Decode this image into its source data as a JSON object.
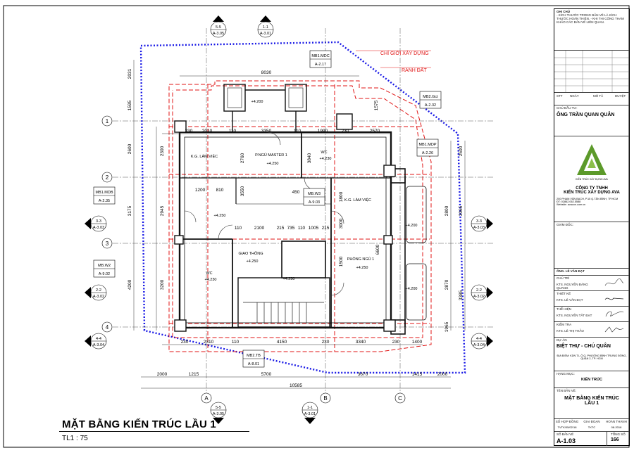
{
  "drawing": {
    "title": "MẶT BẰNG KIẾN TRÚC LẦU 1",
    "scale": "TL1 : 75",
    "axes_numbers": [
      "1",
      "2",
      "3",
      "4"
    ],
    "axes_letters": [
      "A",
      "B",
      "C"
    ],
    "dimensions_top": [
      "8030",
      "230",
      "2010",
      "110",
      "3350",
      "110",
      "1990",
      "230",
      "2570"
    ],
    "dimensions_bottom": [
      "230",
      "2310",
      "110",
      "4150",
      "230",
      "3340",
      "230",
      "1400",
      "2000",
      "1215",
      "5700",
      "3670",
      "1415",
      "2000",
      "10585"
    ],
    "dimensions_left": [
      "2031",
      "1595",
      "2600",
      "3175",
      "4200",
      "2300",
      "2945",
      "3200",
      "1200",
      "810"
    ],
    "dimensions_right": [
      "1575",
      "2500",
      "3065",
      "2800",
      "2870",
      "3385",
      "1965"
    ],
    "dimensions_interior": [
      "110",
      "2100",
      "215",
      "735",
      "110",
      "1005",
      "215",
      "450",
      "2760",
      "3840",
      "1800",
      "6600",
      "1500",
      "3550",
      "3000"
    ],
    "rooms": [
      {
        "name": "P.NGỦ MASTER 1",
        "level": "+4.250"
      },
      {
        "name": "WC",
        "level": "+4.230"
      },
      {
        "name": "K.G. LÀM VIỆC",
        "level": ""
      },
      {
        "name": "K.G. LÀM VIỆC",
        "level": ""
      },
      {
        "name": "PHÒNG NGỦ 1",
        "level": "+4.250"
      },
      {
        "name": "GIAO THÔNG",
        "level": "+4.250"
      },
      {
        "name": "WC",
        "level": "+4.230"
      }
    ],
    "levels": [
      "+4.200",
      "+4.250",
      "+4.200",
      "+4.250",
      "+4.200"
    ],
    "annotations": [
      "CHỈ GIỚI XÂY DỰNG",
      "RANH ĐẤT"
    ],
    "section_marks": [
      {
        "id": "5-5",
        "ref": "A-3.05"
      },
      {
        "id": "1-1",
        "ref": "A-3.01"
      },
      {
        "id": "3-3",
        "ref": "A-3.03"
      },
      {
        "id": "3-3",
        "ref": "A-3.03"
      },
      {
        "id": "2-2",
        "ref": "A-3.02"
      },
      {
        "id": "2-2",
        "ref": "A-3.02"
      },
      {
        "id": "4-4",
        "ref": "A-3.04"
      },
      {
        "id": "4-4",
        "ref": "A-3.04"
      },
      {
        "id": "5-5",
        "ref": "A-3.05"
      },
      {
        "id": "1-1",
        "ref": "A-3.01"
      }
    ],
    "detail_tags": [
      {
        "id": "MB1.MDC",
        "ref": "A-2.17"
      },
      {
        "id": "MB2.Gct",
        "ref": "A-2.32"
      },
      {
        "id": "MB1.MDP",
        "ref": "A-2.26"
      },
      {
        "id": "MB1.MDB",
        "ref": "A-2.35"
      },
      {
        "id": "MB.W3",
        "ref": "A-9.03"
      },
      {
        "id": "MB.W2",
        "ref": "A-9.02"
      },
      {
        "id": "MB2.TB",
        "ref": "A-8.01"
      }
    ]
  },
  "title_block": {
    "notes_title": "GHI CHÚ",
    "notes": "- KÍCH THƯỚC TRONG BẢN VẼ LÀ KÍCH THƯỚC HOÀN THIỆN. - KHI THI CÔNG THAM KHẢO CÁC BẢN VẼ LIÊN QUAN.",
    "revision_headers": [
      "STT",
      "NGÀY",
      "MÔ TẢ",
      "DUYỆT"
    ],
    "investor_label": "CHỦ ĐẦU TƯ:",
    "investor": "ÔNG TRẦN QUAN QUÂN",
    "logo_caption": "KIẾN TRÚC XÂY DỰNG AVA",
    "company_line1": "CÔNG TY TNHH",
    "company_line2": "KIẾN TRÚC XÂY DỰNG AVA",
    "company_address": "200 PHAM VĂN BẠCH, P.15 Q.TÂN BÌNH, TP.HCM",
    "company_phone": "ĐT: 02862.062.5588",
    "company_web": "Website: avacon.com.vn",
    "director_label": "GIÁM ĐỐC:",
    "director": "ÔNG. LÊ VĂN ĐẠT",
    "role_chief": "CHỦ TRÌ",
    "person_chief": "KTS. NGUYỄN ĐĂNG QUANG",
    "role_design": "THIẾT KẾ",
    "person_design": "KTS. LÊ VĂN ĐẠT",
    "role_draw": "THỂ HIỆN",
    "person_draw": "KTS. NGUYỄN TẤT ĐẠT",
    "role_check": "KIỂM TRA",
    "person_check": "KTS. LÊ THỊ THẢO",
    "project_label": "DỰ ÁN",
    "project": "BIỆT THỰ - CHÚ QUÂN",
    "location": "ĐỊA ĐIỂM: KDN T.L.Ô.Q. PHƯỜNG BÌNH TRƯNG ĐÔNG, QUẬN 2, TP. HCM",
    "category_label": "HẠNG MỤC:",
    "category": "KIẾN TRÚC",
    "drawing_name_label": "TÊN BẢN VẼ:",
    "drawing_name_1": "MẶT BẰNG KIẾN TRÚC",
    "drawing_name_2": "LẦU 1",
    "code_headers": [
      "SỐ HỢP ĐỒNG",
      "GIAI ĐOẠN",
      "HOÀN THÀNH"
    ],
    "code_values": [
      "TVTK/05/02/18",
      "TKTC",
      "08-2018"
    ],
    "sheet_no_label": "SỐ BẢN VẼ",
    "sheet_no": "A-1.03",
    "total_label": "TỔNG SỐ",
    "total": "166"
  },
  "colors": {
    "line": "#1a1a1a",
    "red": "#e01515",
    "blue": "#1a1ae6",
    "logo_green": "#5c9a2a"
  }
}
